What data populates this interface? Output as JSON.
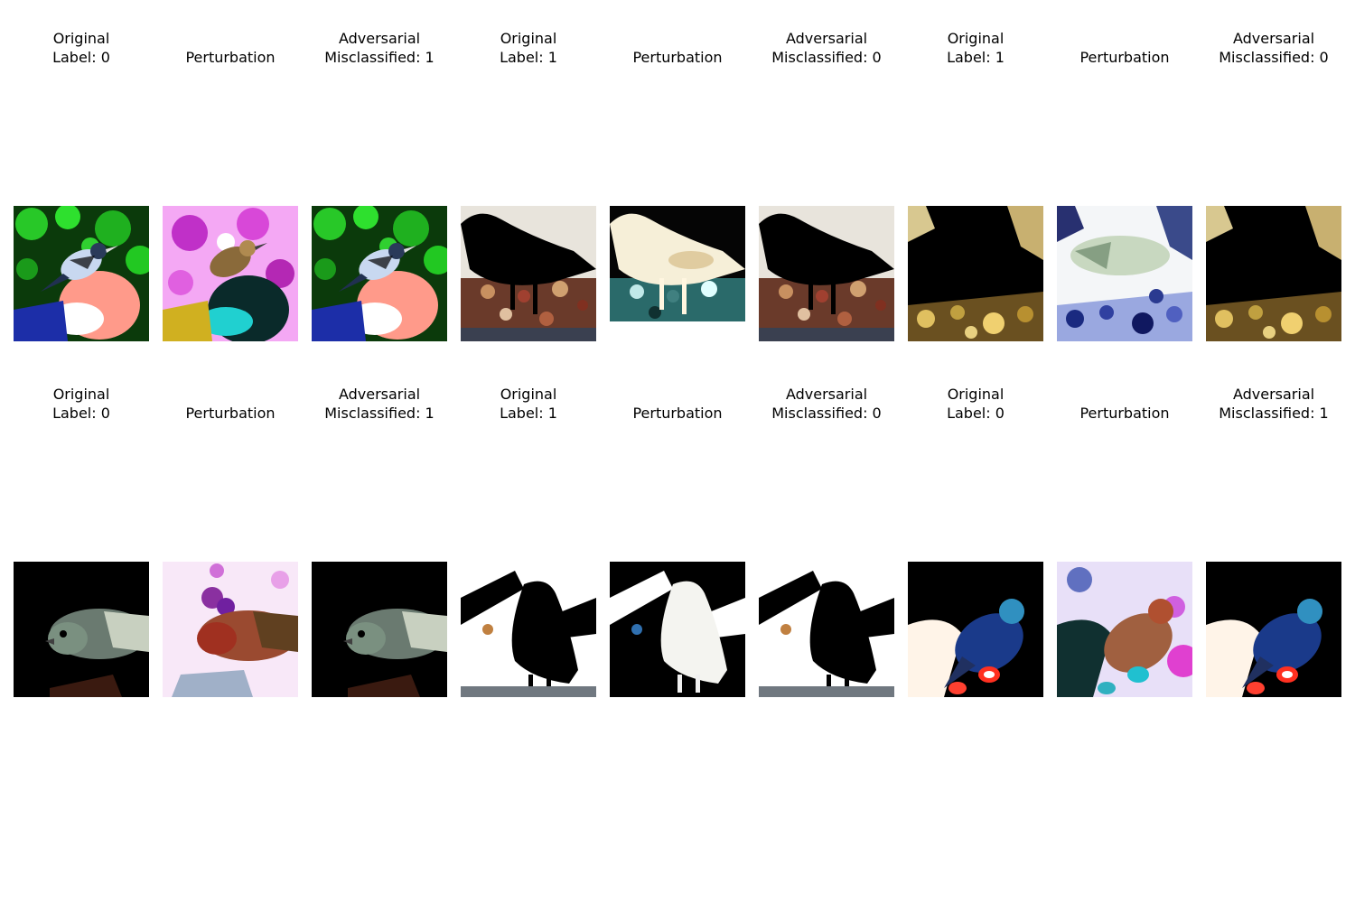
{
  "figure": {
    "rows": [
      {
        "panels": [
          {
            "title": "Original\nLabel: 0",
            "kind": "original",
            "scene": "warbler-hand"
          },
          {
            "title": "Perturbation",
            "kind": "perturbation",
            "scene": "warbler-hand"
          },
          {
            "title": "Adversarial\nMisclassified: 1",
            "kind": "adversarial",
            "scene": "warbler-hand"
          },
          {
            "title": "Original\nLabel: 1",
            "kind": "original",
            "scene": "crow-leaves"
          },
          {
            "title": "Perturbation",
            "kind": "perturbation",
            "scene": "crow-leaves"
          },
          {
            "title": "Adversarial\nMisclassified: 0",
            "kind": "adversarial",
            "scene": "crow-leaves"
          },
          {
            "title": "Original\nLabel: 1",
            "kind": "original",
            "scene": "crow-rocks"
          },
          {
            "title": "Perturbation",
            "kind": "perturbation",
            "scene": "crow-rocks"
          },
          {
            "title": "Adversarial\nMisclassified: 0",
            "kind": "adversarial",
            "scene": "crow-rocks"
          }
        ]
      },
      {
        "panels": [
          {
            "title": "Original\nLabel: 0",
            "kind": "original",
            "scene": "warbler-dark"
          },
          {
            "title": "Perturbation",
            "kind": "perturbation",
            "scene": "warbler-dark"
          },
          {
            "title": "Adversarial\nMisclassified: 1",
            "kind": "adversarial",
            "scene": "warbler-dark"
          },
          {
            "title": "Original\nLabel: 1",
            "kind": "original",
            "scene": "crow-bright"
          },
          {
            "title": "Perturbation",
            "kind": "perturbation",
            "scene": "crow-bright"
          },
          {
            "title": "Adversarial\nMisclassified: 0",
            "kind": "adversarial",
            "scene": "crow-bright"
          },
          {
            "title": "Original\nLabel: 0",
            "kind": "original",
            "scene": "bunting-hand"
          },
          {
            "title": "Perturbation",
            "kind": "perturbation",
            "scene": "bunting-hand"
          },
          {
            "title": "Adversarial\nMisclassified: 1",
            "kind": "adversarial",
            "scene": "bunting-hand"
          }
        ]
      }
    ]
  }
}
